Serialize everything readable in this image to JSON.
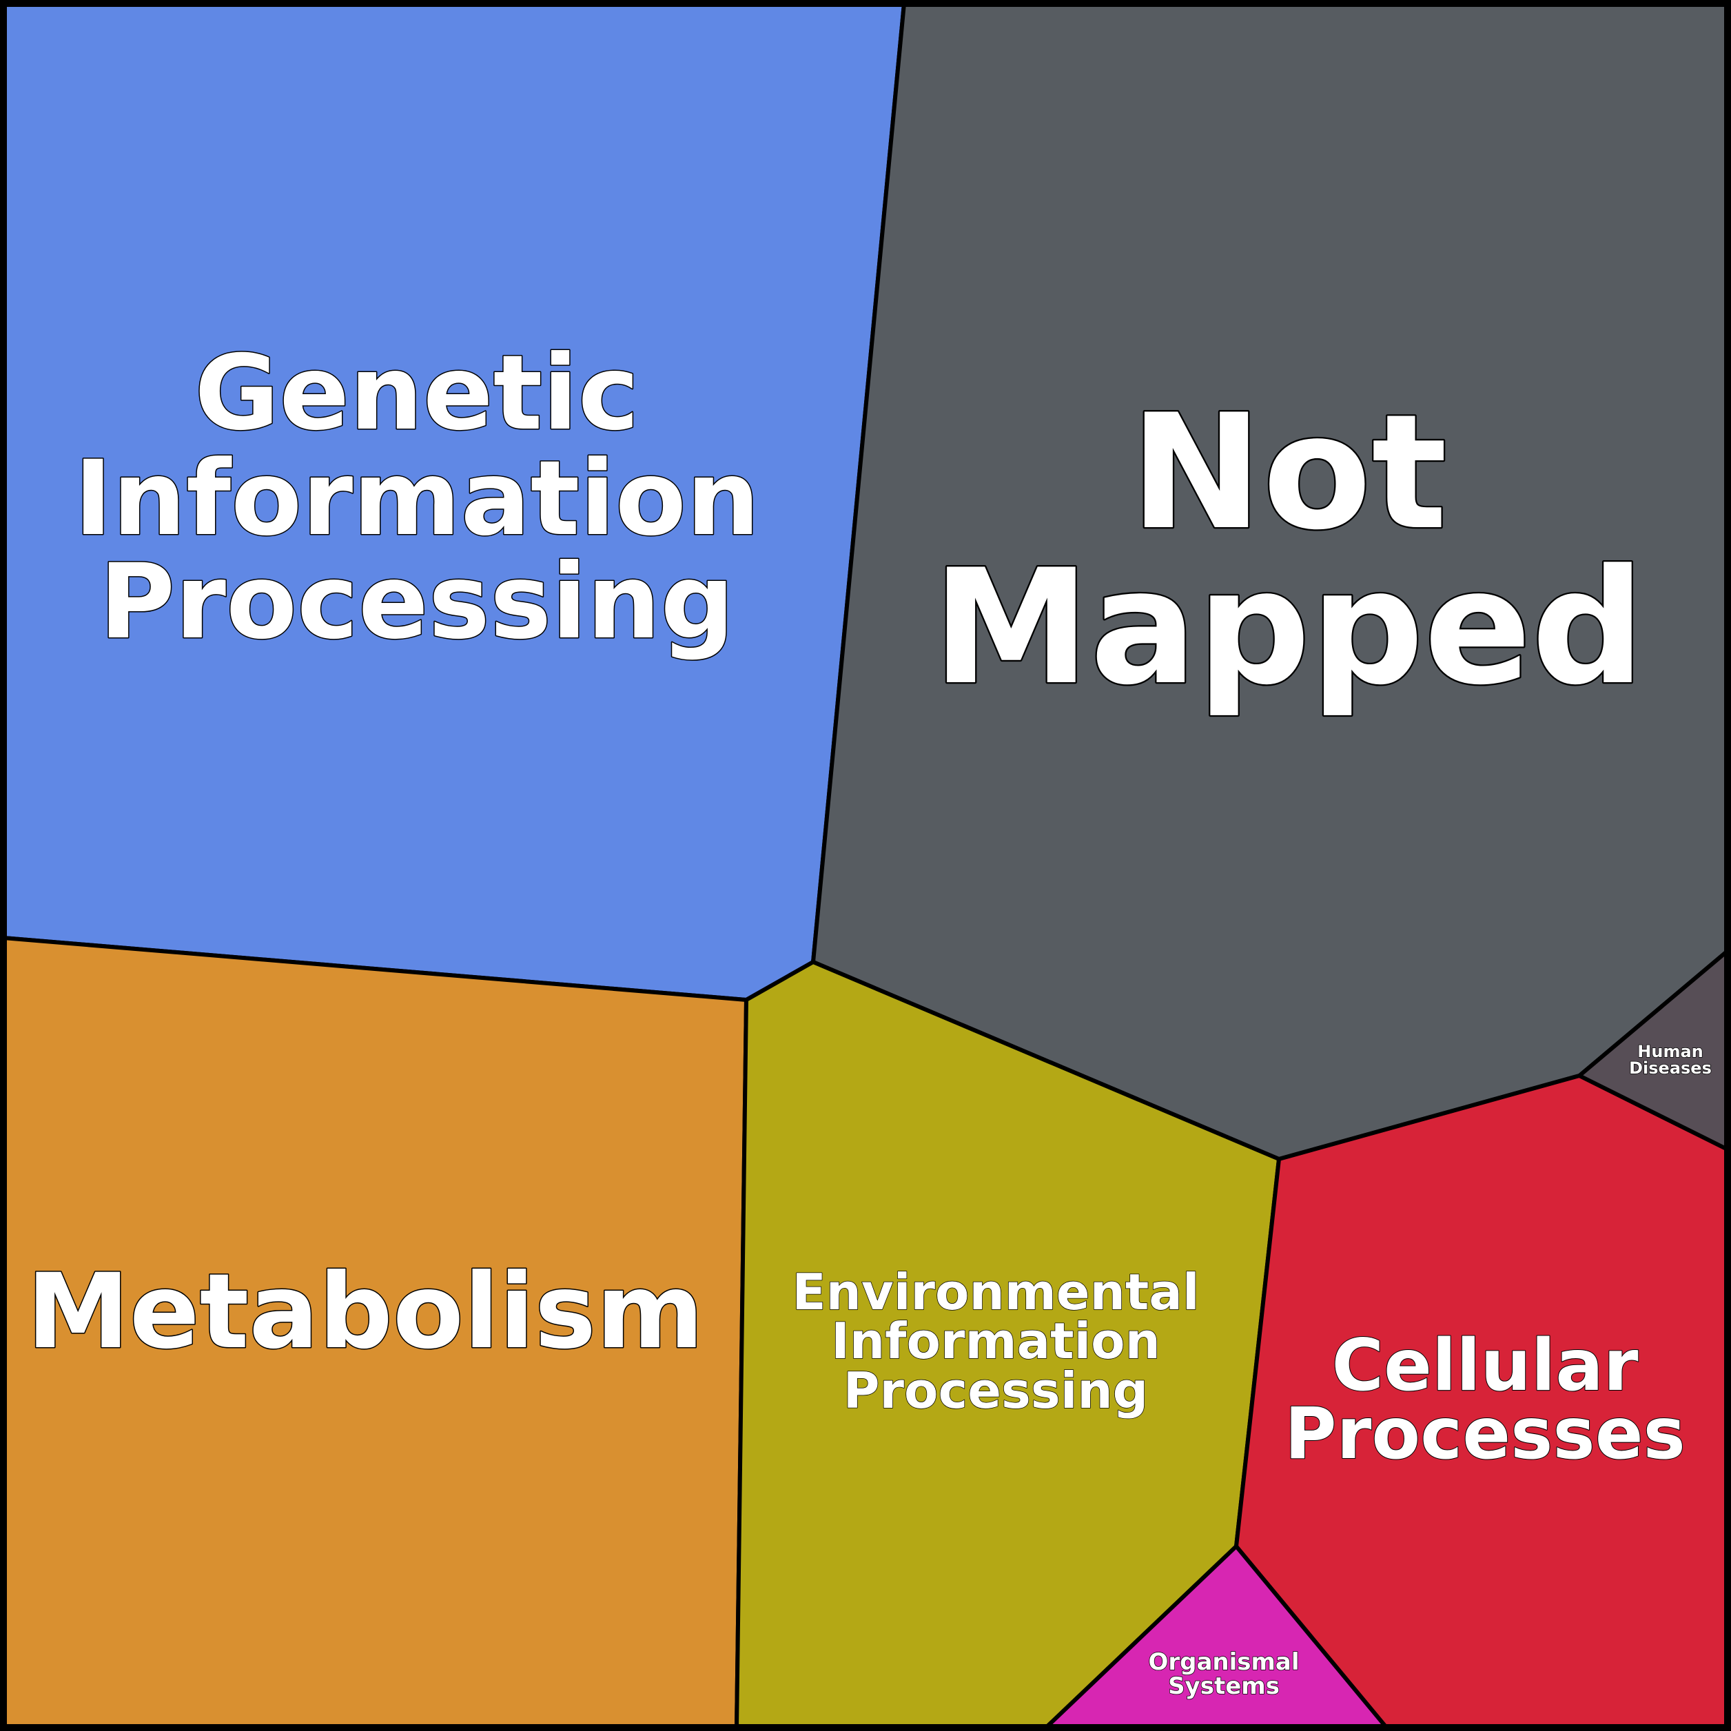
{
  "chart_data": {
    "type": "voronoi-treemap",
    "title": "",
    "cells": [
      {
        "name": "Genetic Information Processing",
        "lines": [
          "Genetic",
          "Information",
          "Processing"
        ],
        "color": "#6088e5"
      },
      {
        "name": "Not Mapped",
        "lines": [
          "Not",
          "Mapped"
        ],
        "color": "#575c61"
      },
      {
        "name": "Metabolism",
        "lines": [
          "Metabolism"
        ],
        "color": "#d99030"
      },
      {
        "name": "Environmental Information Processing",
        "lines": [
          "Environmental",
          "Information",
          "Processing"
        ],
        "color": "#b4a815"
      },
      {
        "name": "Cellular Processes",
        "lines": [
          "Cellular",
          "Processes"
        ],
        "color": "#d72338"
      },
      {
        "name": "Human Diseases",
        "lines": [
          "Human",
          "Diseases"
        ],
        "color": "#574e56"
      },
      {
        "name": "Organismal Systems",
        "lines": [
          "Organismal",
          "Systems"
        ],
        "color": "#d726b2"
      }
    ],
    "border_color": "#000000",
    "label_color": "#ffffff"
  }
}
